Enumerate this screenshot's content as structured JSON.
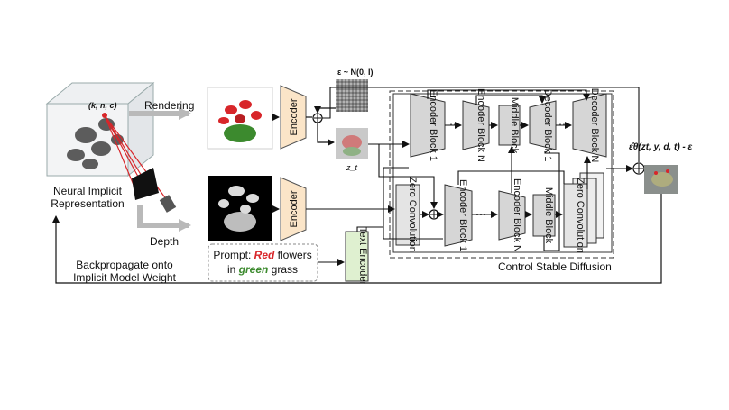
{
  "labels": {
    "rendering": "Rendering",
    "depth": "Depth",
    "neural_line1": "Neural Implicit",
    "neural_line2": "Representation",
    "backprop_line1": "Backpropagate onto",
    "backprop_line2": "Implicit Model Weight",
    "cube_params": "(k, n, c)",
    "encoder": "Encoder",
    "noise": "ε ~ N(0, I)",
    "zt": "z_t",
    "prompt_pre": "Prompt: ",
    "prompt_red": "Red",
    "prompt_mid": " flowers",
    "prompt_line2_pre": "in ",
    "prompt_green": "green",
    "prompt_line2_post": " grass",
    "text_encoder": "Text Encoder",
    "enc_block_1": "Encoder Block 1",
    "enc_block_n": "Encoder Block N",
    "middle_block": "Middle Block",
    "dec_block_1": "Decoder Block 1",
    "dec_block_n": "Decoder Block N",
    "zero_conv": "Zero Convolution",
    "control_sd": "Control Stable Diffusion",
    "output_formula": "ε̂θ(zt, y, d, t) - ε"
  },
  "colors": {
    "encoder_fill": "#fbe5c8",
    "text_encoder_fill": "#dff0d0",
    "block_fill": "#d6d6d6",
    "flower_red": "#d8262a",
    "flower_green": "#3c8a2e",
    "arrow_gray": "#b9b9b9"
  }
}
